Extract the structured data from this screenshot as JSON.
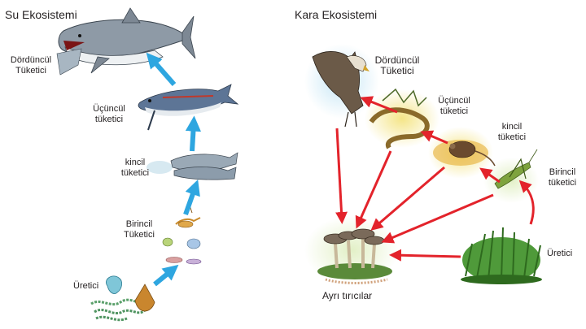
{
  "water": {
    "title": "Su Ekosistemi",
    "levels": [
      {
        "label": "Dördüncül\nTüketici",
        "organism": "shark"
      },
      {
        "label": "Üçüncül\ntüketici",
        "organism": "tuna"
      },
      {
        "label": "kincil\ntüketici",
        "organism": "small-fish"
      },
      {
        "label": "Birincil\nTüketici",
        "organism": "zooplankton"
      },
      {
        "label": "Üretici",
        "organism": "phytoplankton"
      }
    ]
  },
  "land": {
    "title": "Kara Ekosistemi",
    "levels": [
      {
        "label": "Dördüncül\nTüketici",
        "organism": "eagle"
      },
      {
        "label": "Üçüncül\ntüketici",
        "organism": "snake"
      },
      {
        "label": "kincil\ntüketici",
        "organism": "mouse"
      },
      {
        "label": "Birincil\ntüketici",
        "organism": "grasshopper"
      },
      {
        "label": "Üretici",
        "organism": "grass"
      }
    ],
    "decomposers_label": "Ayrı  tırıcılar"
  },
  "colors": {
    "water_arrow": "#2ea6e0",
    "land_arrow": "#e3232b"
  }
}
